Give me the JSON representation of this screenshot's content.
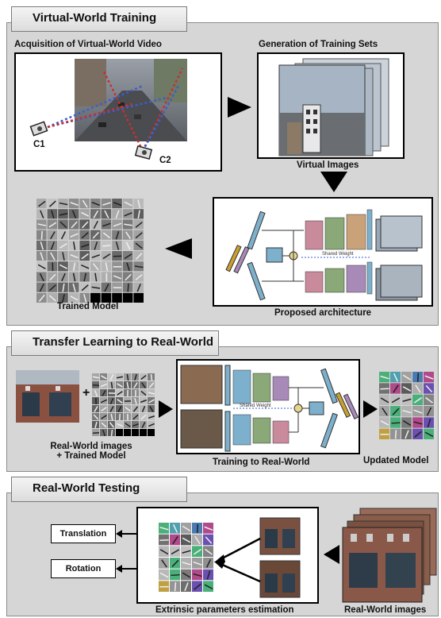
{
  "sections": {
    "virtual": {
      "title": "Virtual-World Training",
      "acquisition_label": "Acquisition of Virtual-World Video",
      "camera1": "C1",
      "camera2": "C2",
      "generation_label": "Generation of Training Sets",
      "virtual_images_label": "Virtual Images",
      "trained_model_label": "Trained Model",
      "architecture_label": "Proposed architecture",
      "shared_weight": "Shared Weight"
    },
    "transfer": {
      "title": "Transfer Learning to Real-World",
      "plus": "+",
      "real_images_line1": "Real-World images",
      "real_images_line2": "+ Trained Model",
      "training_label": "Training to Real-World",
      "updated_model_label": "Updated Model",
      "shared_weight": "Shared Weight"
    },
    "testing": {
      "title": "Real-World Testing",
      "translation": "Translation",
      "rotation": "Rotation",
      "extrinsic_label": "Extrinsic parameters estimation",
      "real_images_label": "Real-World images"
    }
  },
  "colors": {
    "panel": "#d6d6d6",
    "arrow": "#000000",
    "block_blue": "#7db0cc",
    "block_pink": "#c98a9c",
    "block_green": "#8aa878",
    "block_purple": "#a88ab8",
    "ray_blue": "#3a5fcf",
    "ray_red": "#c83030"
  },
  "icons": [
    "camera-icon",
    "filter-grid-icon",
    "arrow-right-icon",
    "arrow-left-icon",
    "arrow-down-icon"
  ]
}
